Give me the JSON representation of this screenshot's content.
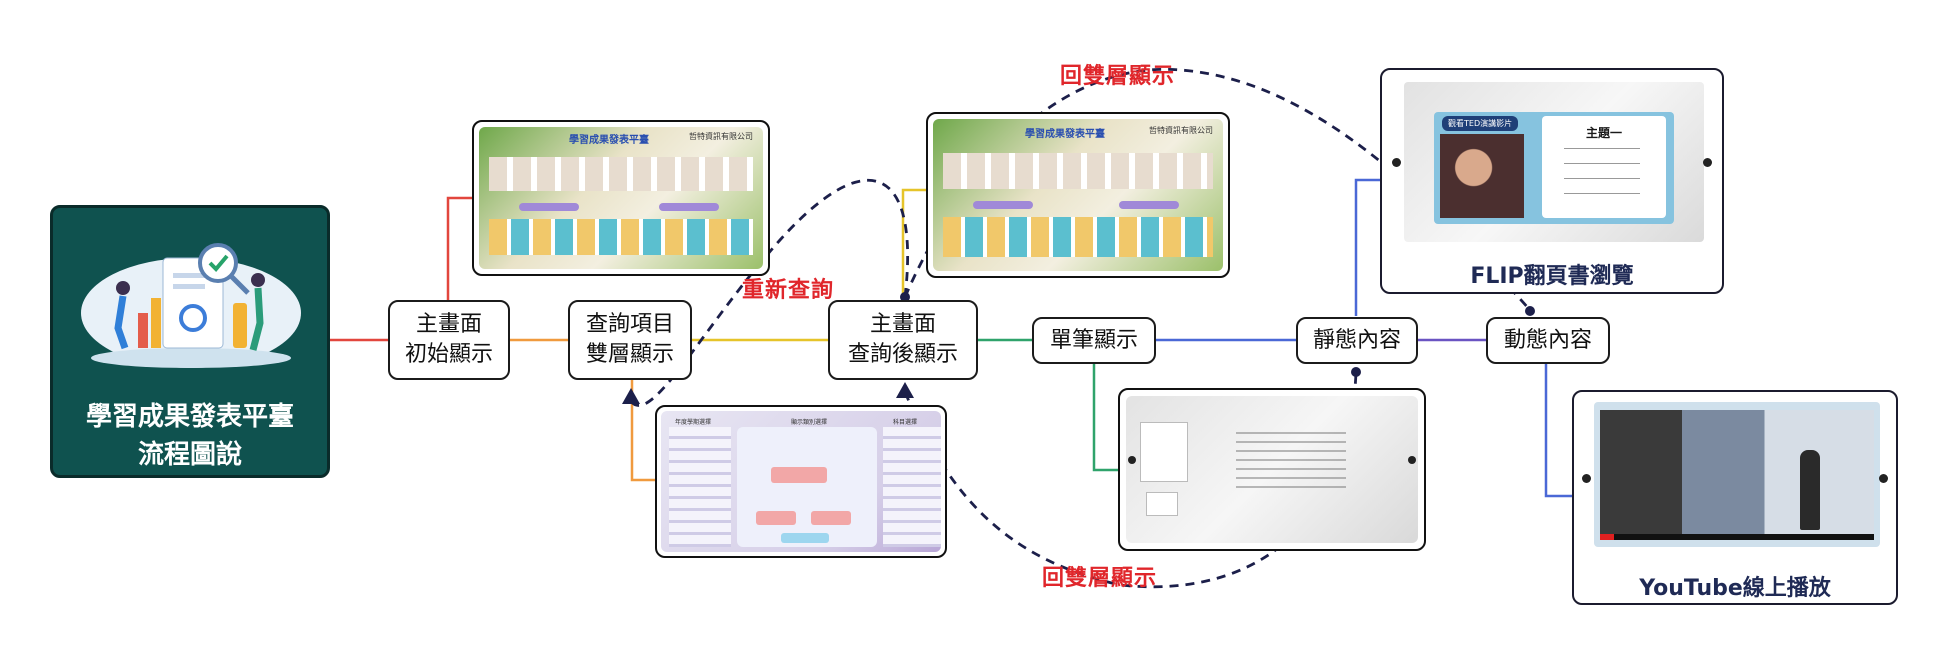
{
  "title_box": {
    "line1": "學習成果發表平臺",
    "line2": "流程圖說"
  },
  "nodes": {
    "main_initial": "主畫面\n初始顯示",
    "query_items": "查詢項目\n雙層顯示",
    "main_after_query": "主畫面\n查詢後顯示",
    "single_display": "單筆顯示",
    "static_content": "靜態內容",
    "dynamic_content": "動態內容"
  },
  "annotations": {
    "requery": "重新查詢",
    "back_double_top": "回雙層顯示",
    "back_double_bottom": "回雙層顯示"
  },
  "thumbnails": {
    "main_screen_title": "學習成果發表平臺",
    "main_screen_company": "哲特資訊有限公司",
    "query_panel_headers": [
      "年度學期選擇",
      "顯示類別選擇",
      "科目選擇"
    ],
    "flip_topic": "主題一",
    "flip_video_label": "觀看TED演講影片"
  },
  "captions": {
    "flip": "FLIP翻頁書瀏覽",
    "youtube": "YouTube線上播放"
  },
  "colors": {
    "title_bg": "#0f524f",
    "red_line": "#e2463d",
    "orange_line": "#f09a3e",
    "yellow_line": "#e6c42a",
    "green_line": "#2fa36b",
    "blue_line": "#4a68d6",
    "purple_line": "#6a54c2",
    "dash": "#1c1f4a",
    "annotation": "#e0262b"
  }
}
